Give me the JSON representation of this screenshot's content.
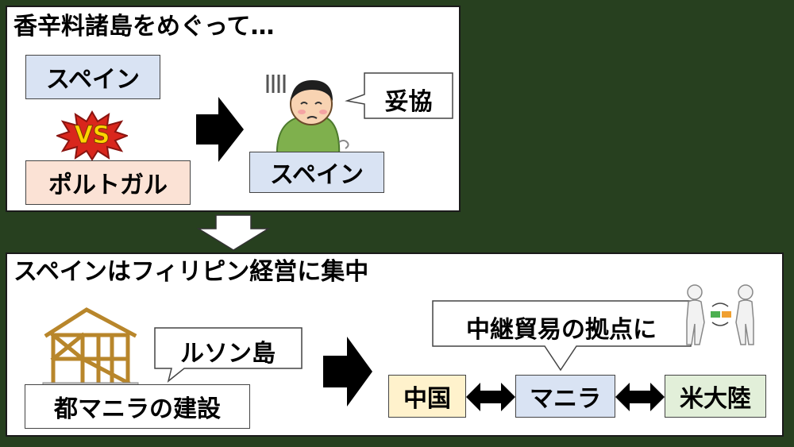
{
  "top": {
    "title": "香辛料諸島をめぐって…",
    "spain_label": "スペイン",
    "vs_label": "VS",
    "portugal_label": "ポルトガル",
    "compromise_label": "妥協",
    "spain_label_2": "スペイン"
  },
  "bottom": {
    "title": "スペインはフィリピン経営に集中",
    "luzon_label": "ルソン島",
    "manila_city_label": "都マニラの建設",
    "hub_label": "中継貿易の拠点に",
    "china_label": "中国",
    "manila_label": "マニラ",
    "americas_label": "米大陸"
  },
  "colors": {
    "background": "#27401f",
    "blue_box": "#d9e3f3",
    "peach_box": "#fbe2d5",
    "yellow_box": "#fff2cc",
    "green_box": "#e2efd9"
  },
  "icons": [
    "vs-burst-icon",
    "dejected-person-icon",
    "house-frame-icon",
    "trading-people-icon"
  ]
}
